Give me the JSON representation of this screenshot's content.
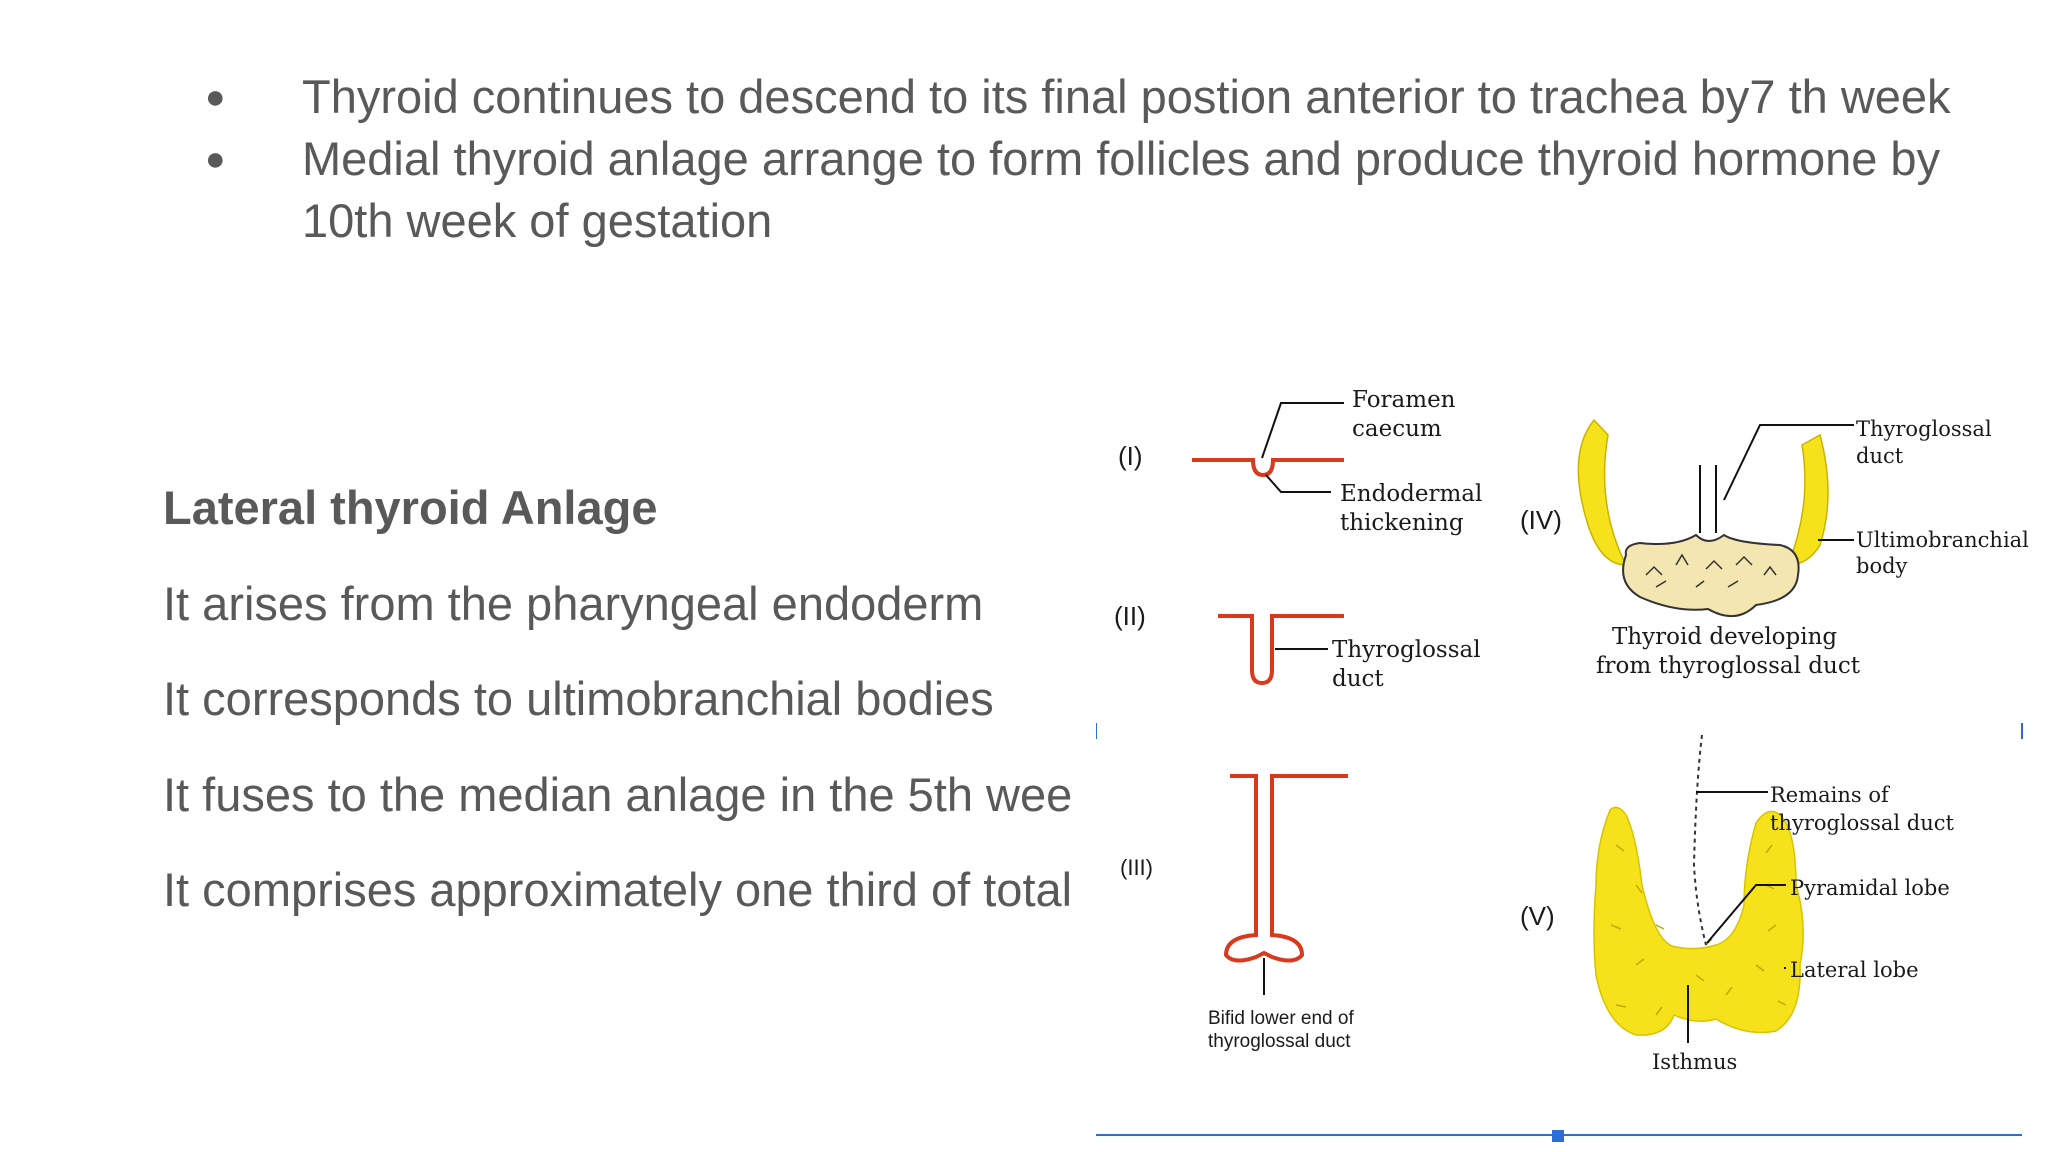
{
  "bullets": [
    {
      "text": "Thyroid continues to descend to its final postion anterior to trachea by7 th week"
    },
    {
      "text": "Medial thyroid anlage arrange to form follicles and produce thyroid hormone by"
    },
    {
      "text": "10th  week of gestation"
    }
  ],
  "bullet_symbol": "●",
  "section": {
    "heading": "Lateral thyroid Anlage",
    "lines": [
      "It arises from the pharyngeal endoderm",
      "It corresponds to ultimobranchial bodies",
      "It fuses to the median anlage in the 5th wee",
      "It comprises approximately one third of total"
    ]
  },
  "figure": {
    "stage_labels": [
      "(I)",
      "(II)",
      "(III)",
      "(IV)",
      "(V)"
    ],
    "labels": {
      "foramen_1": "Foramen",
      "foramen_2": "caecum",
      "endo_1": "Endodermal",
      "endo_2": "thickening",
      "tg2_1": "Thyroglossal",
      "tg2_2": "duct",
      "bifid_1": "Bifid lower end of",
      "bifid_2": "thyroglossal duct",
      "tg4_1": "Thyroglossal",
      "tg4_2": "duct",
      "ultimo_1": "Ultimobranchial",
      "ultimo_2": "body",
      "dev_1": "Thyroid developing",
      "dev_2": "from thyroglossal duct",
      "remains_1": "Remains of",
      "remains_2": "thyroglossal duct",
      "pyramidal": "Pyramidal lobe",
      "lateral": "Lateral lobe",
      "isthmus": "Isthmus"
    },
    "colors": {
      "duct": "#d9391c",
      "gland": "#f5e21a",
      "gland_fill_light": "#f3e6b0",
      "selection": "#2b6fd6"
    }
  }
}
